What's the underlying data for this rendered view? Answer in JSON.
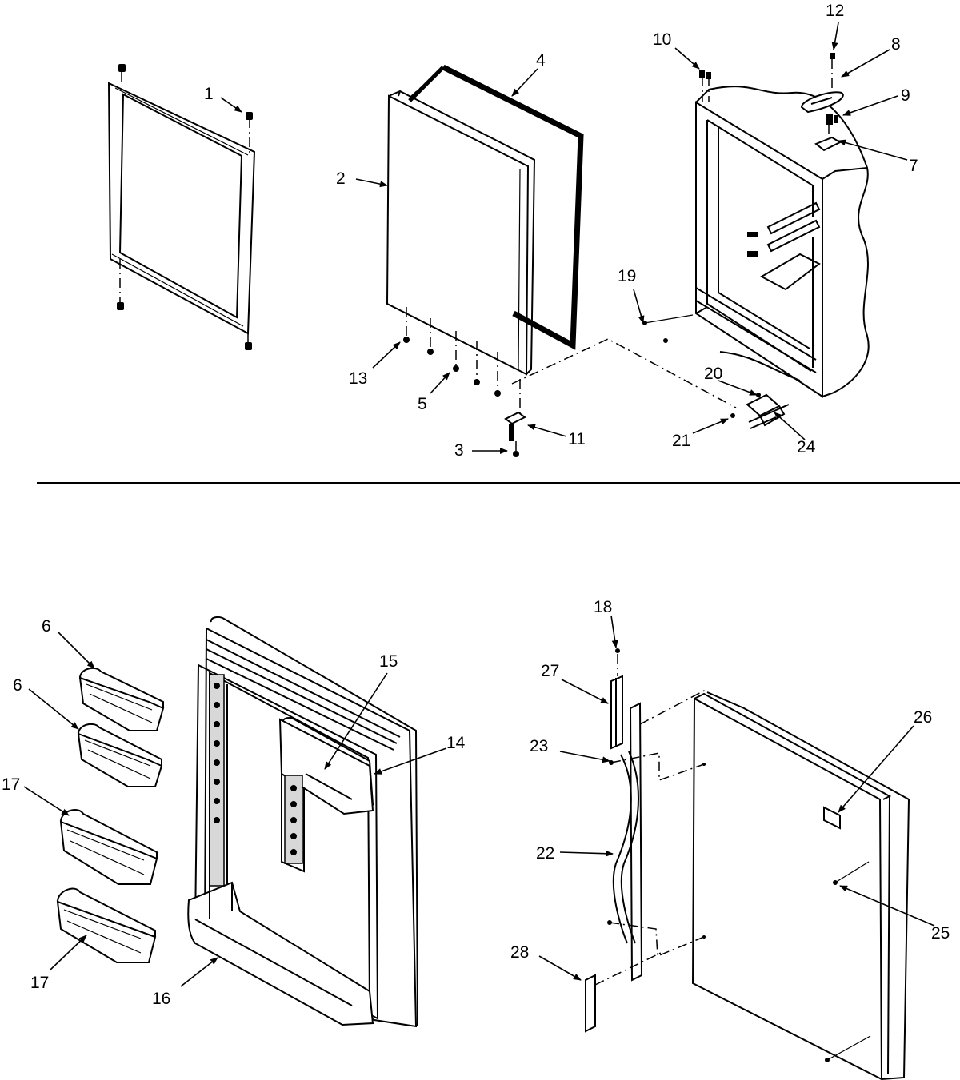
{
  "callouts": {
    "c1": "1",
    "c2": "2",
    "c3": "3",
    "c4": "4",
    "c5": "5",
    "c6a": "6",
    "c6b": "6",
    "c7": "7",
    "c8": "8",
    "c9": "9",
    "c10": "10",
    "c11": "11",
    "c12": "12",
    "c13": "13",
    "c14": "14",
    "c15": "15",
    "c16": "16",
    "c17a": "17",
    "c17b": "17",
    "c18": "18",
    "c19": "19",
    "c20": "20",
    "c21": "21",
    "c22": "22",
    "c23": "23",
    "c24": "24",
    "c25": "25",
    "c26": "26",
    "c27": "27",
    "c28": "28"
  },
  "colors": {
    "line": "#000000",
    "background": "#ffffff",
    "shade": "#d8d8d8"
  }
}
